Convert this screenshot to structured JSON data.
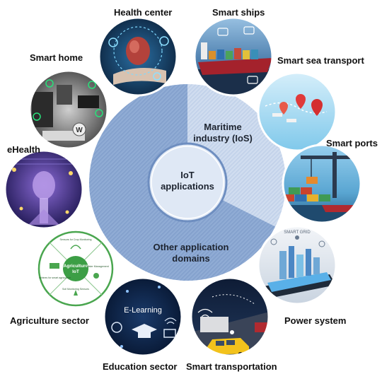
{
  "center": {
    "line1": "IoT",
    "line2": "applications"
  },
  "sectors": {
    "maritime": {
      "line1": "Maritime",
      "line2": "industry (IoS)"
    },
    "other": {
      "line1": "Other application",
      "line2": "domains"
    }
  },
  "satellites": [
    {
      "id": "health-center",
      "label": "Health center"
    },
    {
      "id": "smart-ships",
      "label": "Smart ships"
    },
    {
      "id": "smart-sea-transport",
      "label": "Smart sea transport"
    },
    {
      "id": "smart-ports",
      "label": "Smart ports"
    },
    {
      "id": "power-system",
      "label": "Power system"
    },
    {
      "id": "smart-transportation",
      "label": "Smart transportation"
    },
    {
      "id": "education-sector",
      "label": "Education sector"
    },
    {
      "id": "agriculture-sector",
      "label": "Agriculture sector"
    },
    {
      "id": "ehealth",
      "label": "eHealth"
    },
    {
      "id": "smart-home",
      "label": "Smart home"
    }
  ],
  "image_text": {
    "grid_sign": "SMART GRID",
    "elearning": "E-Learning",
    "agri_hub_line1": "Agriculture",
    "agri_hub_line2": "IoT",
    "agri_wedge_1": "Sensors for Crop Monitoring",
    "agri_wedge_2": "Water Management",
    "agri_wedge_3": "Soil Monitoring Sensors",
    "agri_wedge_4": "Machines for smart agriculture"
  },
  "colors": {
    "ring_light": "#c8d8ee",
    "ring_dark": "#7f9fcc",
    "center_fill": "#dfe8f5",
    "center_stroke": "#6e8ec0"
  }
}
